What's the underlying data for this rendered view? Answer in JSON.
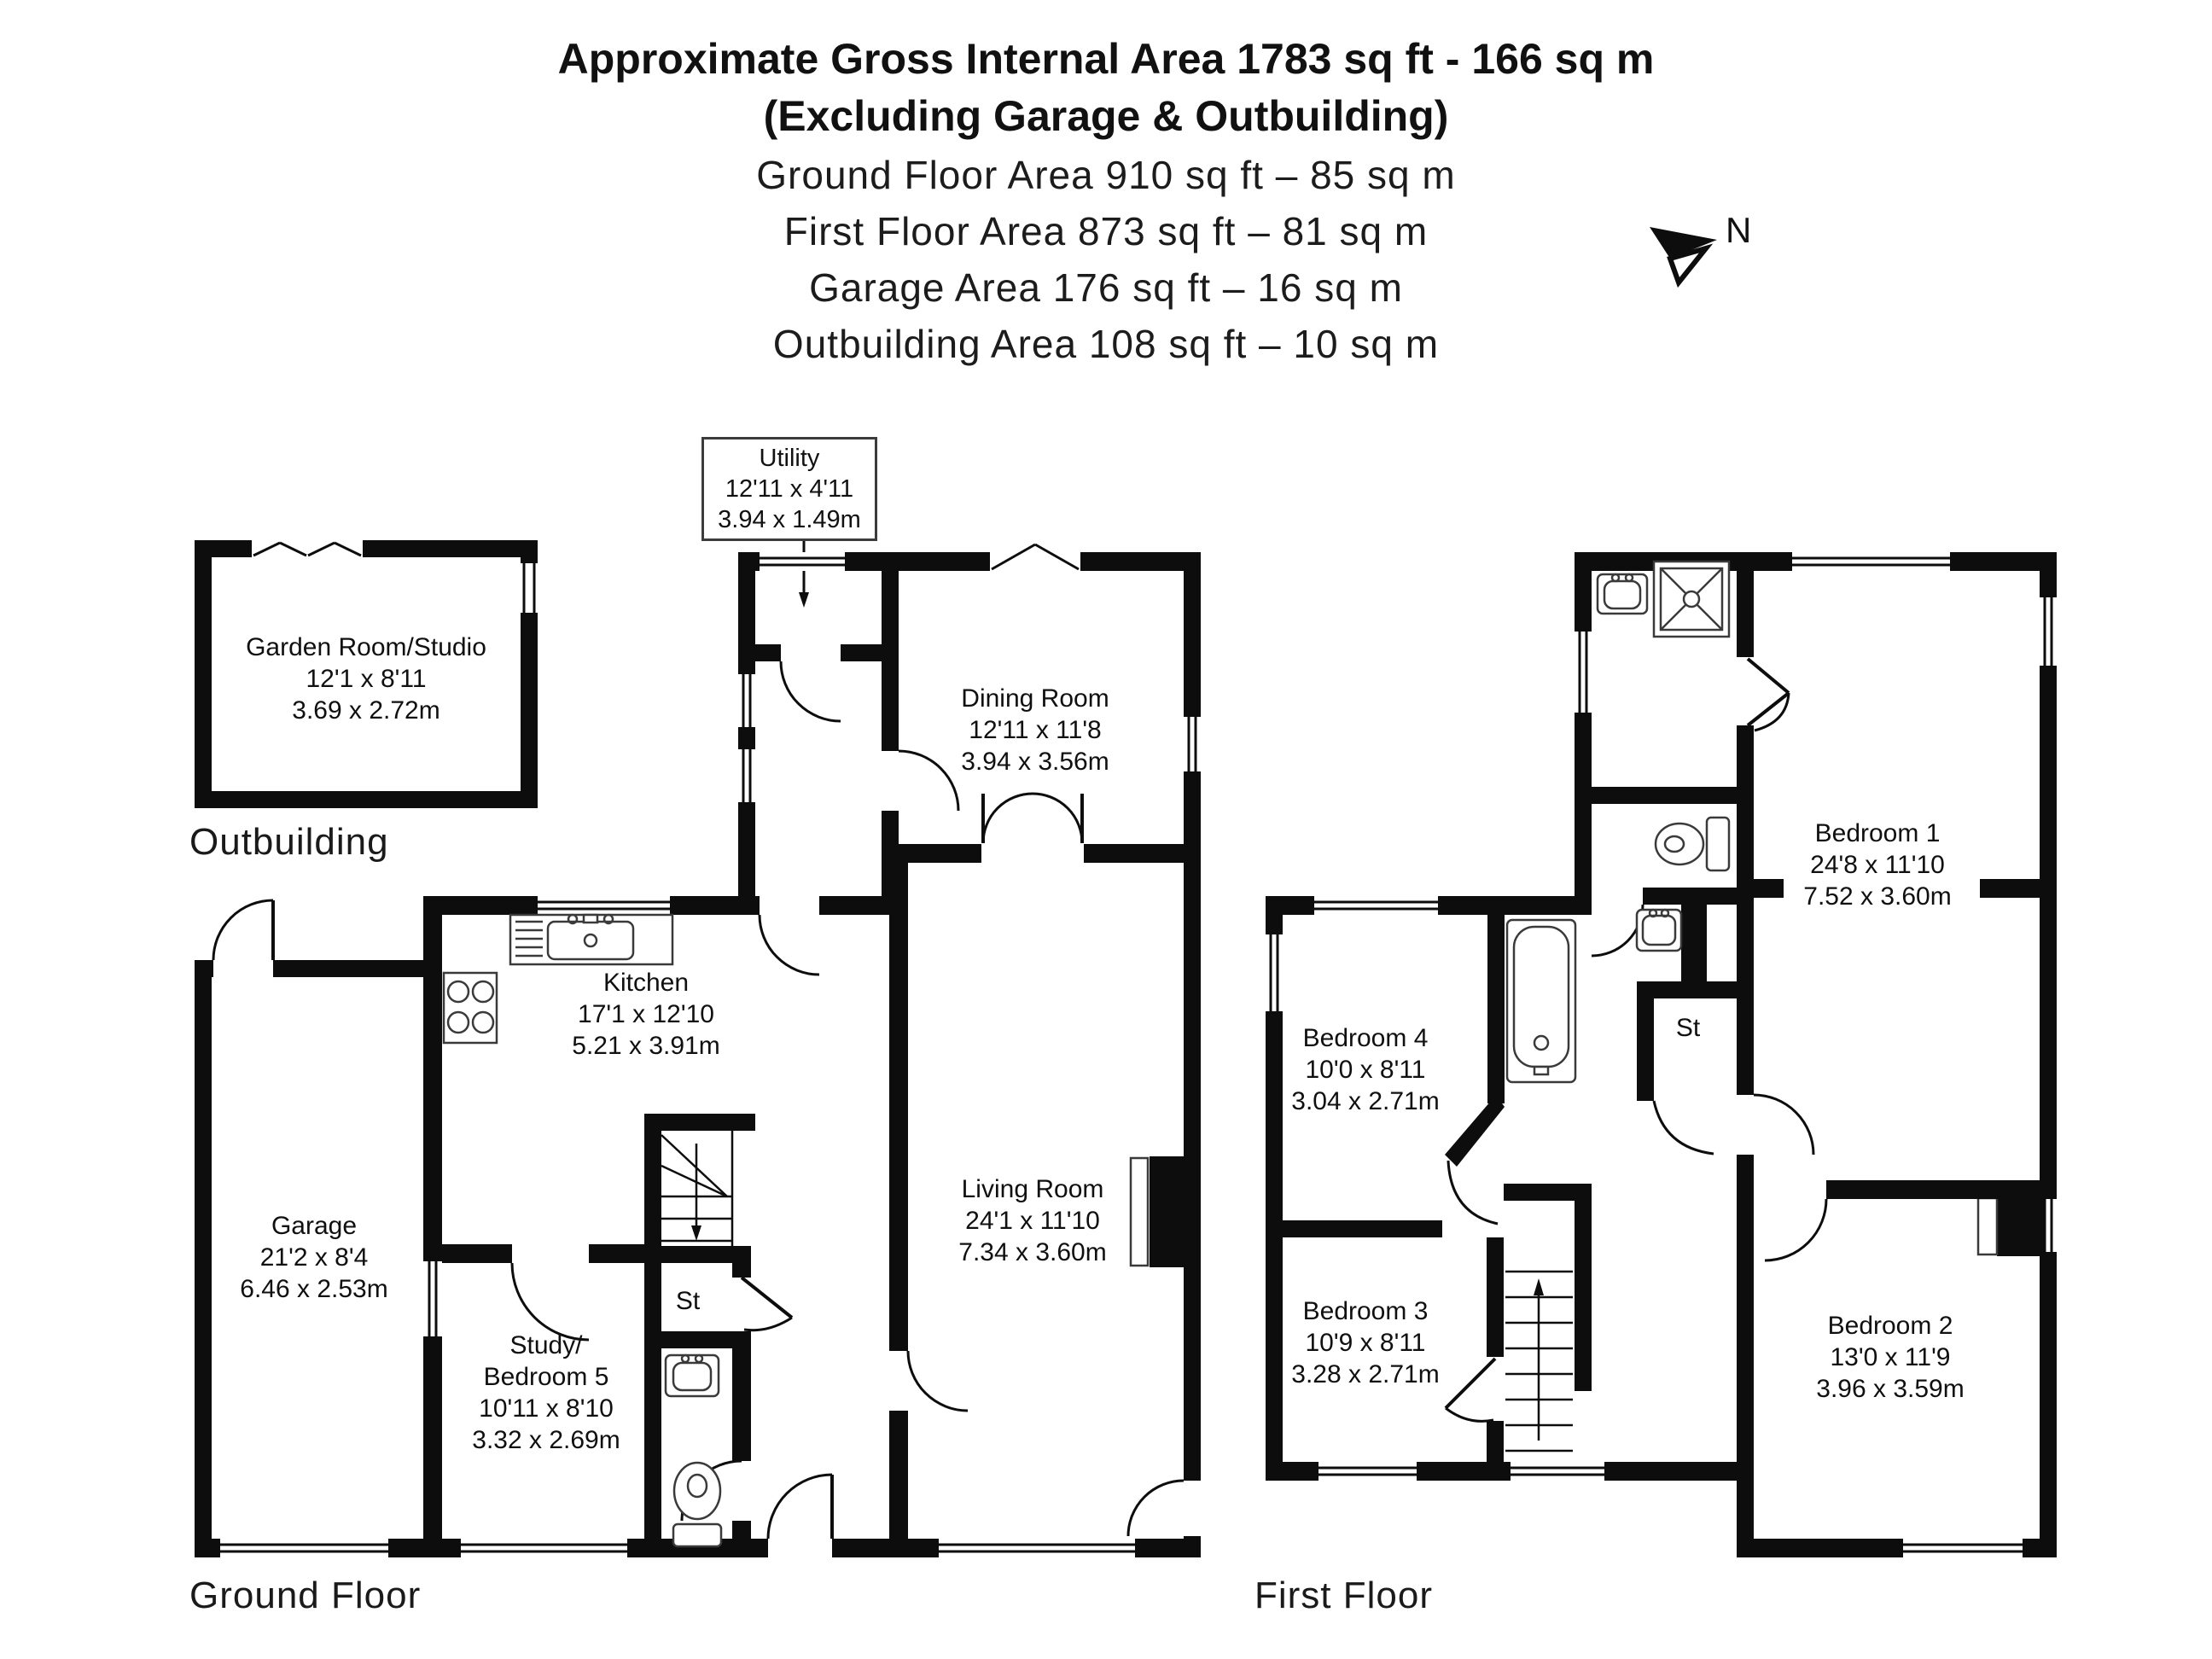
{
  "header": {
    "line1": "Approximate Gross Internal Area 1783 sq ft - 166 sq m",
    "line2": "(Excluding Garage & Outbuilding)",
    "line3": "Ground Floor Area 910 sq ft – 85 sq m",
    "line4": "First Floor Area 873 sq ft – 81 sq m",
    "line5": "Garage Area 176 sq ft – 16 sq m",
    "line6": "Outbuilding Area 108 sq ft – 10 sq m"
  },
  "compass": {
    "north_label": "N"
  },
  "captions": {
    "outbuilding": "Outbuilding",
    "ground_floor": "Ground Floor",
    "first_floor": "First Floor"
  },
  "rooms": {
    "utility": {
      "name": "Utility",
      "imperial": "12'11 x 4'11",
      "metric": "3.94 x 1.49m"
    },
    "garden_room": {
      "name": "Garden Room/Studio",
      "imperial": "12'1 x 8'11",
      "metric": "3.69 x 2.72m"
    },
    "dining": {
      "name": "Dining Room",
      "imperial": "12'11 x 11'8",
      "metric": "3.94 x 3.56m"
    },
    "kitchen": {
      "name": "Kitchen",
      "imperial": "17'1 x 12'10",
      "metric": "5.21 x 3.91m"
    },
    "living": {
      "name": "Living Room",
      "imperial": "24'1 x 11'10",
      "metric": "7.34 x 3.60m"
    },
    "garage": {
      "name": "Garage",
      "imperial": "21'2 x 8'4",
      "metric": "6.46 x 2.53m"
    },
    "study": {
      "name_line1": "Study/",
      "name_line2": "Bedroom 5",
      "imperial": "10'11 x 8'10",
      "metric": "3.32 x 2.69m"
    },
    "st_ground": {
      "name": "St"
    },
    "bedroom1": {
      "name": "Bedroom 1",
      "imperial": "24'8 x 11'10",
      "metric": "7.52 x 3.60m"
    },
    "bedroom2": {
      "name": "Bedroom 2",
      "imperial": "13'0 x 11'9",
      "metric": "3.96 x 3.59m"
    },
    "bedroom3": {
      "name": "Bedroom 3",
      "imperial": "10'9 x 8'11",
      "metric": "3.28 x 2.71m"
    },
    "bedroom4": {
      "name": "Bedroom 4",
      "imperial": "10'0 x 8'11",
      "metric": "3.04 x 2.71m"
    },
    "st_first": {
      "name": "St"
    }
  },
  "colors": {
    "wall": "#0d0d0d",
    "background": "#ffffff",
    "text": "#111111"
  }
}
